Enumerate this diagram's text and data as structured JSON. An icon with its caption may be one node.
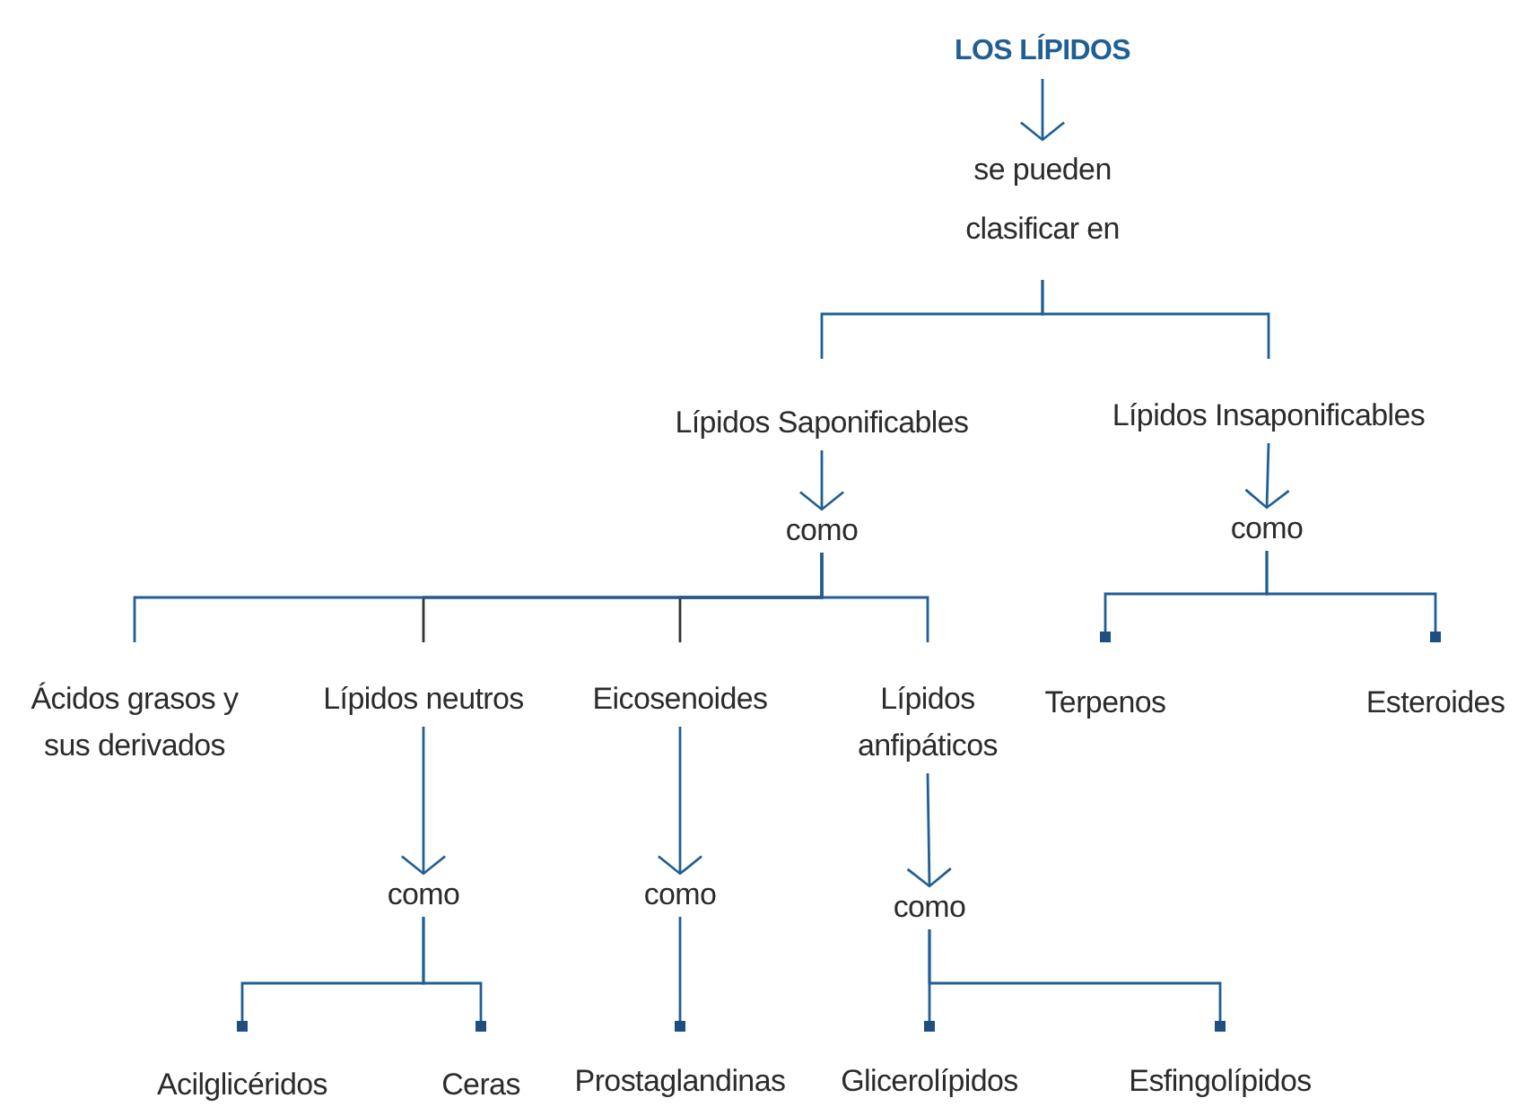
{
  "diagram": {
    "nodes": [
      {
        "text": [
          "LOS LÍPIDOS"
        ]
      },
      {
        "text": [
          "se pueden clasificar en"
        ]
      },
      {
        "text": [
          "Lípidos Saponificables"
        ]
      },
      {
        "text": [
          "Lípidos Insaponificables"
        ]
      },
      {
        "text": [
          "como"
        ]
      },
      {
        "text": [
          "como"
        ]
      },
      {
        "text": [
          "Ácidos grasos y sus derivados"
        ]
      },
      {
        "text": [
          "Lípidos neutros"
        ]
      },
      {
        "text": [
          "Eicosenoides"
        ]
      },
      {
        "text": [
          "Lípidos anfipáticos"
        ]
      },
      {
        "text": [
          "Terpenos"
        ]
      },
      {
        "text": [
          "Esteroides"
        ]
      },
      {
        "text": [
          "como"
        ]
      },
      {
        "text": [
          "como"
        ]
      },
      {
        "text": [
          "como"
        ]
      },
      {
        "text": [
          "Acilglicéridos"
        ]
      },
      {
        "text": [
          "Ceras"
        ]
      },
      {
        "text": [
          "Prostaglandinas"
        ]
      },
      {
        "text": [
          "Glicerolípidos"
        ]
      },
      {
        "text": [
          "Esfingolípidos"
        ]
      }
    ],
    "edges": [
      {
        "from": 0,
        "to": 1,
        "arrow": "to"
      },
      {
        "from": 1,
        "to": 2,
        "arrow": "none"
      },
      {
        "from": 1,
        "to": 3,
        "arrow": "none"
      },
      {
        "from": 2,
        "to": 4,
        "arrow": "to"
      },
      {
        "from": 3,
        "to": 5,
        "arrow": "to"
      },
      {
        "from": 4,
        "to": 6,
        "arrow": "none"
      },
      {
        "from": 4,
        "to": 7,
        "arrow": "none",
        "color": "#333333"
      },
      {
        "from": 4,
        "to": 8,
        "arrow": "none",
        "color": "#333333"
      },
      {
        "from": 4,
        "to": 9,
        "arrow": "none"
      },
      {
        "from": 5,
        "to": 10,
        "arrow": "other"
      },
      {
        "from": 5,
        "to": 11,
        "arrow": "other"
      },
      {
        "from": 7,
        "to": 12,
        "arrow": "to"
      },
      {
        "from": 8,
        "to": 13,
        "arrow": "to"
      },
      {
        "from": 9,
        "to": 14,
        "arrow": "to"
      },
      {
        "from": 12,
        "to": 15,
        "arrow": "other"
      },
      {
        "from": 12,
        "to": 16,
        "arrow": "other"
      },
      {
        "from": 13,
        "to": 17,
        "arrow": "other"
      },
      {
        "from": 14,
        "to": 18,
        "arrow": "other"
      },
      {
        "from": 14,
        "to": 19,
        "arrow": "other"
      }
    ]
  }
}
